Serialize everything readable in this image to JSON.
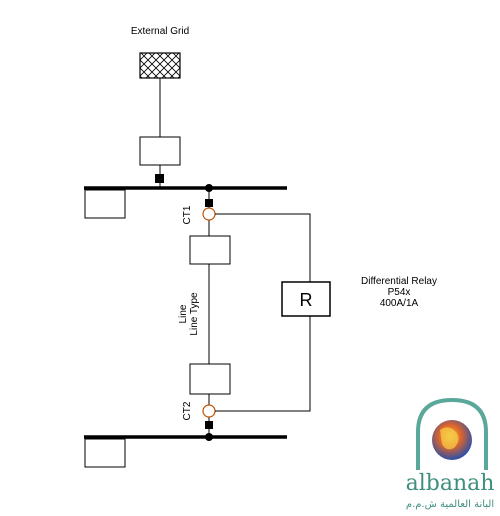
{
  "grid": {
    "label": "External Grid"
  },
  "ct1": {
    "label": "CT1"
  },
  "ct2": {
    "label": "CT2"
  },
  "line": {
    "label": "Line",
    "type_label": "Line Type"
  },
  "relay": {
    "symbol": "R",
    "title": "Differential Relay",
    "model": "P54x",
    "ratio": "400A/1A"
  },
  "logo": {
    "name": "albanah",
    "arabic": "البانة العالمية ش.م.م"
  },
  "colors": {
    "line": "#000000",
    "ct": "#c05000",
    "logo_green": "#3f8f7f",
    "logo_ring": "#5aa89a"
  }
}
